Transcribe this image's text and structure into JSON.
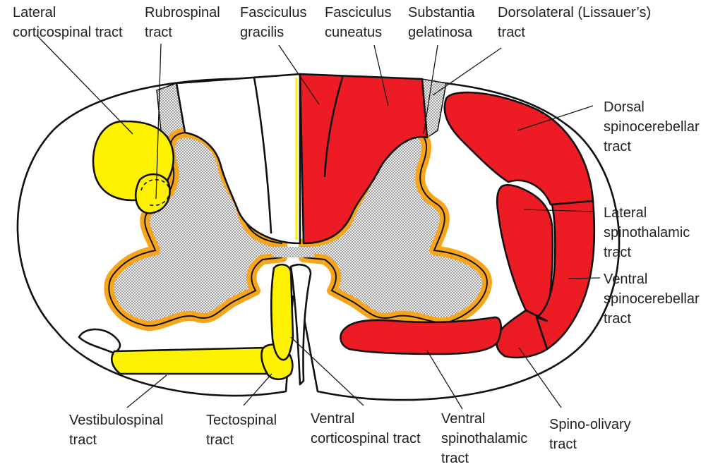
{
  "colors": {
    "ascending": "#ed1c24",
    "descending": "#fff200",
    "gray_border": "#f7a51b",
    "gray_matter": "#d9d9d9",
    "outline": "#111111"
  },
  "labels": {
    "lateral_corticospinal": [
      "Lateral",
      "corticospinal tract"
    ],
    "rubrospinal": [
      "Rubrospinal",
      "tract"
    ],
    "fasciculus_gracilis": [
      "Fasciculus",
      "gracilis"
    ],
    "fasciculus_cuneatus": [
      "Fasciculus",
      "cuneatus"
    ],
    "substantia_gelatinosa": [
      "Substantia",
      "gelatinosa"
    ],
    "dorsolateral": [
      "Dorsolateral (Lissauer’s)",
      "tract"
    ],
    "dorsal_spinocerebellar": [
      "Dorsal",
      "spinocerebellar",
      "tract"
    ],
    "lateral_spinothalamic": [
      "Lateral",
      "spinothalamic",
      "tract"
    ],
    "ventral_spinocerebellar": [
      "Ventral",
      "spinocerebellar",
      "tract"
    ],
    "spino_olivary": [
      "Spino-olivary",
      "tract"
    ],
    "ventral_spinothalamic": [
      "Ventral",
      "spinothalamic",
      "tract"
    ],
    "ventral_corticospinal": [
      "Ventral",
      "corticospinal tract"
    ],
    "tectospinal": [
      "Tectospinal",
      "tract"
    ],
    "vestibulospinal": [
      "Vestibulospinal",
      "tract"
    ]
  }
}
